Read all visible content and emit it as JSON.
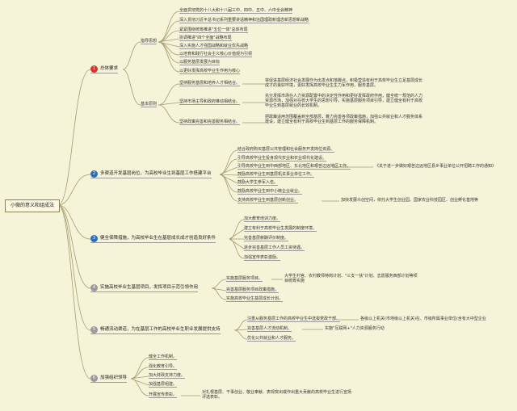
{
  "root": "小微的意义和组成法",
  "colors": {
    "line": "#a79c73",
    "badge_red": "#d9332a",
    "badge_blue": "#2c6fb7",
    "badge_gray": "#9a9a9a"
  },
  "s1": {
    "num": "1",
    "title": "总体要求",
    "guide": "指导思想",
    "guide_items": [
      "全面贯彻党的十八大和十八届三中、四中、五中、六中全会精神",
      "深入贯彻习近平总书记系列重要讲话精神和治国理政新理念新思想新战略",
      "紧紧围绕统筹推进\"五位一体\"总体布局",
      "协调推进\"四个全面\"战略布局",
      "深入实施人才强国战略和就业优先战略",
      "以培育和践行社会主义核心价值观为引领",
      "以服务基层发展为目标",
      "以更好发挥高校毕业生作用为核心"
    ],
    "basic": "基本原则",
    "principles": [
      {
        "label": "坚持服务基层和培养人才相结合。",
        "desc": "将促进基层经济社会发展作为出发点和落脚点，积极营造有利于高校毕业生立足基层成长成才的良好环境，更好发挥高校毕业生生力军作用，服务基层。"
      },
      {
        "label": "坚持市场主导和政府推动相结合。",
        "desc": "充分发挥市场在人力资源配置中的决定性作用和更好发挥政府作用，健全统一规范的人力资源市场，加强对在校大学生的思想引导，实施基层服务项目引导，建立健全有利于高校毕业生到基层就业的长效机制。"
      },
      {
        "label": "坚持政策完善和完善服务相结合。",
        "desc": "把政策适用范围覆盖到全部基层，着力完善各项政策措施，加强公共就业和人才服务体系建设，建立健全有利于高校毕业生到基层工作的服务保障机制。"
      }
    ]
  },
  "s2": {
    "num": "2",
    "title": "多渠道开发基层岗位，为高校毕业生到基层工作搭建平台",
    "items": [
      "结合政府购买基层公共管理和社会服务开发岗位资源。",
      "引导高校毕业生投身现代农业和农业现代化建设。",
      "引导高校毕业生到中西部地区、东北地区和艰苦边远地区工作。",
      "鼓励高校毕业生到基层机关事业单位工作。",
      "鼓励大学生参军入伍。",
      "鼓励高校毕业生到中小微企业就业。",
      "支持高校毕业生到基层创新创业。"
    ],
    "note3": "《关于进一步做好艰苦边远地区县乡事业单位公开招聘工作的通知》",
    "note7": "加快发展众创空间，依托大学生创业园、国家农业科技园区、创业孵化基地等"
  },
  "s3": {
    "num": "3",
    "title": "健全保障措施，为高校毕业生在基层成长成才创造良好条件",
    "items": [
      "加大教育培训力度。",
      "建立有利于高校毕业生发展的制度环境。",
      "完善基层薪酬评价制度。",
      "逐步完善基层工作人员工资待遇。",
      "加强宣传表彰激励。"
    ]
  },
  "s4": {
    "num": "4",
    "title": "实施高校毕业生基层项目，发挥项目示范引领作用",
    "items": [
      "实施基层服务项目。",
      "完善基层服务项目政策措施。",
      "实施高校毕业生基层成长计划。"
    ],
    "note1": "大学生村官、农村教师特岗计划、\"三支一扶\"计划、志愿服务西部计划等项目统筹实施"
  },
  "s5": {
    "num": "5",
    "title": "畅通流动渠道，为在基层工作的高校毕业生职业发展提供支持",
    "items": [
      "注重从服务基层工作的高校毕业生中选拔党政干部。",
      "完善基层人才流动机制。",
      "优化公共就业和人才服务。"
    ],
    "note1": "各级以上机关(市地级以上机关)在、市级所属事业单位(含有大中型企业",
    "note2": "实施\"互联网+\"人力资源服务行动"
  },
  "s6": {
    "num": "6",
    "title": "加强组织领导",
    "items": [
      "健全工作机制。",
      "强化教育引导。",
      "加大财政支持力度。",
      "加强基层组建。",
      "开展宣传表彰。"
    ],
    "note5": "对扎根基层、干事创业、敬业奉献、表现突出或作出重大贡献的高校毕业生进行宣扬评选表彰。"
  }
}
